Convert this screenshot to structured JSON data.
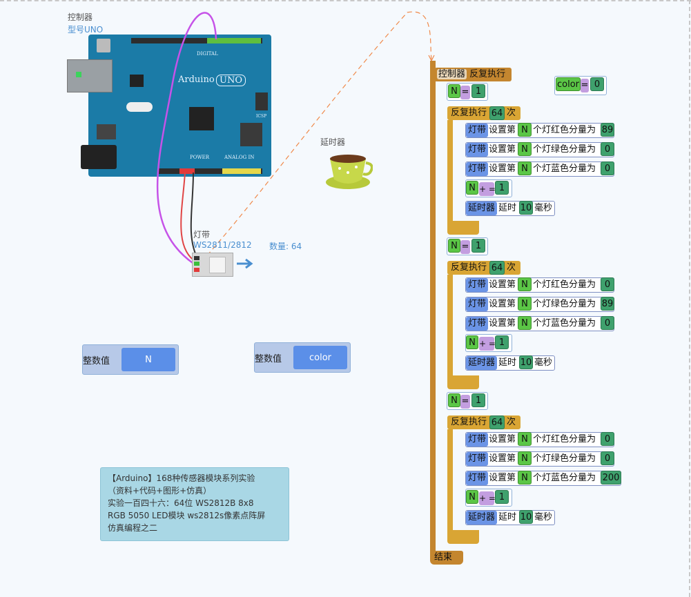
{
  "components": {
    "controller": {
      "label": "控制器",
      "model": "型号UNO"
    },
    "board_text": {
      "brand": "Arduino",
      "model": "UNO",
      "digital": "DIGITAL",
      "power": "POWER",
      "analog": "ANALOG IN",
      "icsp": "ICSP"
    },
    "delay": {
      "label": "延时器"
    },
    "strip": {
      "label": "灯带",
      "model": "WS2811/2812",
      "count_label": "数量: 64"
    }
  },
  "variables": [
    {
      "type": "整数值",
      "name": "N"
    },
    {
      "type": "整数值",
      "name": "color"
    }
  ],
  "note": {
    "lines": [
      "【Arduino】168种传感器模块系列实验",
      "（资料+代码+图形+仿真）",
      "实验一百四十六：64位 WS2812B 8x8",
      "RGB 5050 LED模块 ws2812s像素点阵屏",
      "仿真编程之二"
    ]
  },
  "program": {
    "header": {
      "controller": "控制器",
      "action": "反复执行"
    },
    "color_assign": {
      "var": "color",
      "op": "=",
      "value": "0"
    },
    "end": "结束",
    "assign_op": "=",
    "inc_op": "+ =",
    "strip_tag": "灯带",
    "set_prefix": "设置第",
    "loop_prefix": "反复执行",
    "loop_suffix": "次",
    "delay_tag": "延时器",
    "delay_word": "延时",
    "delay_unit": "毫秒",
    "groups": [
      {
        "init": {
          "var": "N",
          "value": "1"
        },
        "loop_count": "64",
        "sets": [
          {
            "var": "N",
            "label": "个灯红色分量为",
            "value": "89"
          },
          {
            "var": "N",
            "label": "个灯绿色分量为",
            "value": "0"
          },
          {
            "var": "N",
            "label": "个灯蓝色分量为",
            "value": "0"
          }
        ],
        "inc": {
          "var": "N",
          "value": "1"
        },
        "delay_value": "10"
      },
      {
        "init": {
          "var": "N",
          "value": "1"
        },
        "loop_count": "64",
        "sets": [
          {
            "var": "N",
            "label": "个灯红色分量为",
            "value": "0"
          },
          {
            "var": "N",
            "label": "个灯绿色分量为",
            "value": "89"
          },
          {
            "var": "N",
            "label": "个灯蓝色分量为",
            "value": "0"
          }
        ],
        "inc": {
          "var": "N",
          "value": "1"
        },
        "delay_value": "10"
      },
      {
        "init": {
          "var": "N",
          "value": "1"
        },
        "loop_count": "64",
        "sets": [
          {
            "var": "N",
            "label": "个灯红色分量为",
            "value": "0"
          },
          {
            "var": "N",
            "label": "个灯绿色分量为",
            "value": "0"
          },
          {
            "var": "N",
            "label": "个灯蓝色分量为",
            "value": "200"
          }
        ],
        "inc": {
          "var": "N",
          "value": "1"
        },
        "delay_value": "10"
      }
    ]
  },
  "colors": {
    "block_orange": "#c4862f",
    "loop_yellow": "#d9a534",
    "var_green": "#5bc646",
    "value_green": "#3fa16d",
    "device_blue": "#6b94e6",
    "op_purple": "#c39ee0"
  }
}
